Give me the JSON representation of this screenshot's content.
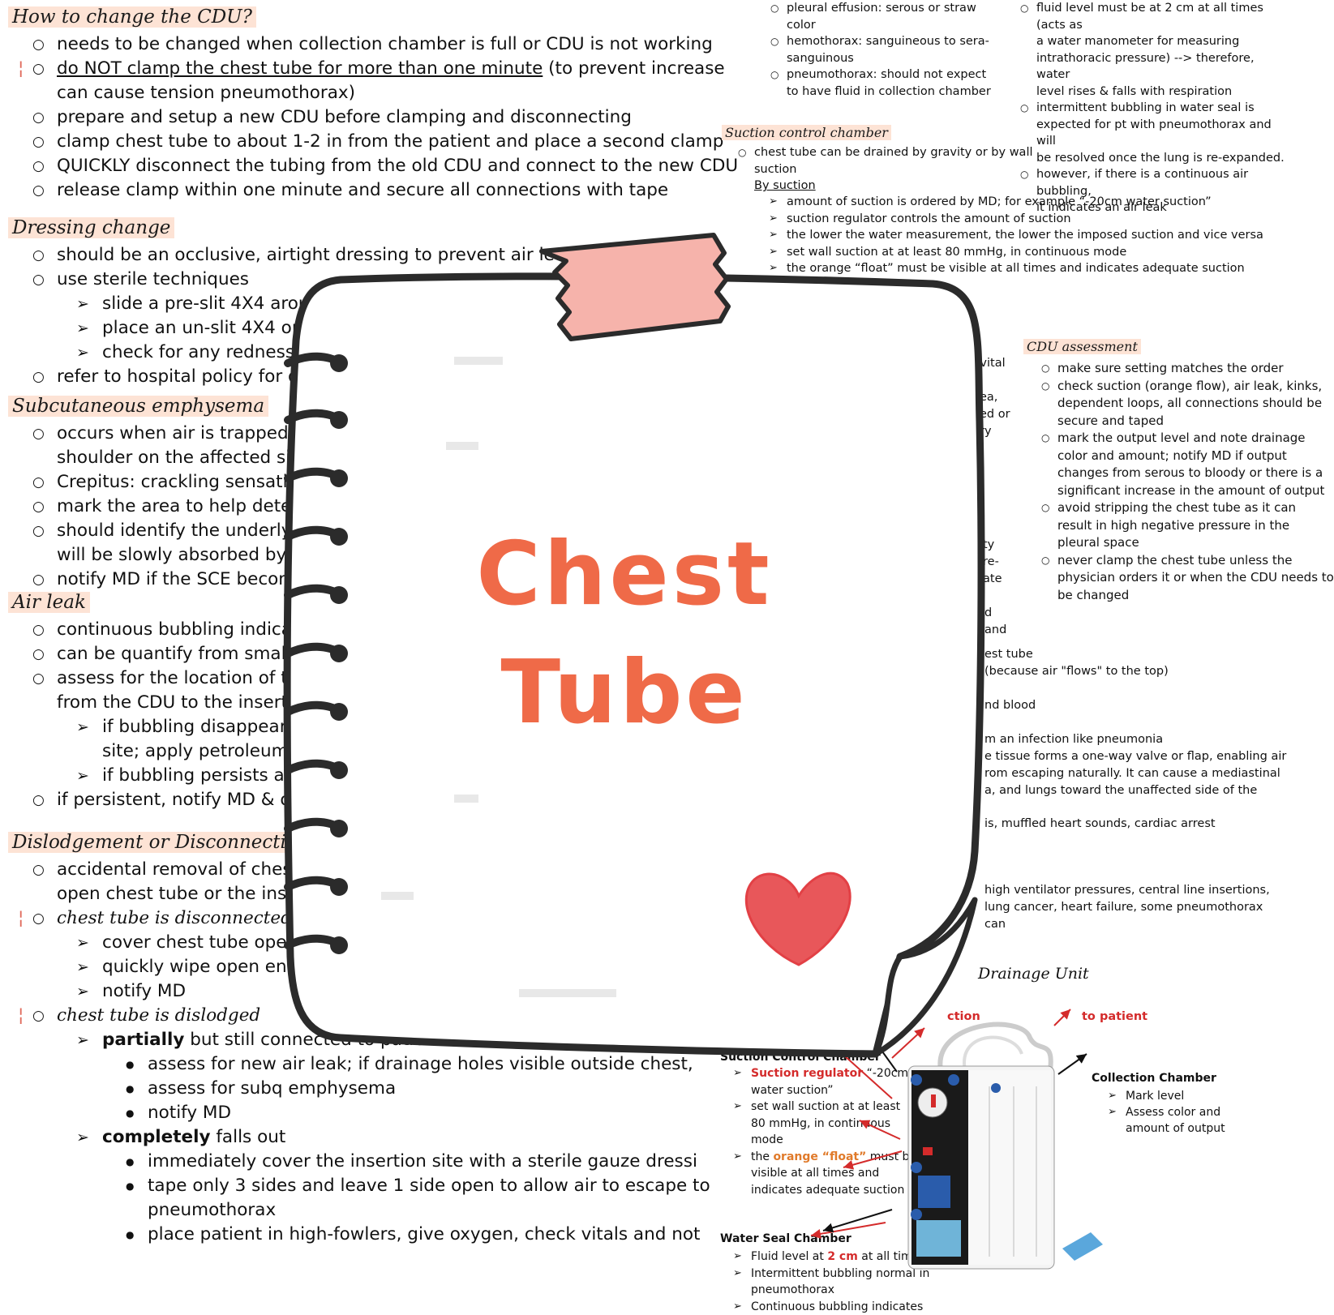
{
  "left": {
    "cdu_change": {
      "heading": "How to change the CDU?",
      "items": [
        "needs to be changed when collection chamber is full or CDU is not working",
        "do NOT clamp the chest tube for more than one minute",
        " (to prevent increase",
        "can cause tension pneumothorax)",
        "prepare and setup a new CDU before clamping and disconnecting",
        "clamp chest tube to about 1-2 in from the patient and place a second clamp",
        "QUICKLY disconnect the tubing from the old CDU and connect to the new CDU",
        "release clamp within one minute and secure all connections with tape"
      ]
    },
    "dressing": {
      "heading": "Dressing change",
      "items": [
        "should be an occlusive, airtight dressing to prevent air leaks",
        "use sterile techniques",
        "slide a pre-slit 4X4 around",
        "place an un-slit 4X4 on t",
        "check for any redness or",
        "refer to hospital policy for dres"
      ]
    },
    "subq": {
      "heading": "Subcutaneous emphysema",
      "items": [
        "occurs when air is trapped in th",
        "shoulder on the affected side",
        "Crepitus: crackling sensation",
        "mark the area to help determ",
        "should identify the underlying",
        "will be slowly absorbed by th",
        "notify MD if the SCE becomes"
      ]
    },
    "air_leak": {
      "heading": "Air leak",
      "items": [
        "continuous bubbling indicates",
        "can be quantify from small (1",
        "assess for the location of the",
        "from the CDU to the insertion",
        "if bubbling disappears w",
        "site; apply petroleum g",
        "if bubbling persists afte",
        "if persistent, notify MD & orde"
      ]
    },
    "dislodgement": {
      "heading": "Dislodgement or Disconnection",
      "items": [
        "accidental removal of chest tu",
        "open chest tube or the insertio",
        "chest tube is disconnected",
        "cover chest tube opening",
        "quickly wipe open ends wi",
        "notify MD",
        "chest tube is dislodged",
        "partially",
        " but still connected to patient",
        "assess for new air leak; if drainage holes visible outside chest,",
        "assess for subq emphysema",
        "notify MD",
        "completely",
        " falls out",
        "immediately cover the insertion site with a sterile gauze dressi",
        "tape only 3 sides and leave 1 side open to allow air to escape to",
        "pneumothorax",
        "place patient in high-fowlers, give oxygen, check vitals and not"
      ]
    }
  },
  "right": {
    "col_a": [
      "pleural effusion: serous or straw",
      "color",
      "hemothorax: sanguineous to sera-",
      "sanguinous",
      "pneumothorax: should not expect",
      "to have fluid in collection chamber"
    ],
    "col_b": [
      "fluid level must be at 2 cm at all times (acts as",
      "a water manometer for measuring",
      "intrathoracic pressure) --> therefore, water",
      "level rises & falls with respiration",
      "intermittent bubbling in water seal is",
      "expected for pt with pneumothorax and will",
      "be resolved once the lung is re-expanded.",
      "however, if there is a continuous air bubbling,",
      "it indicates an air leak"
    ],
    "suction": {
      "heading": "Suction control chamber",
      "items": [
        "chest tube can be drained by gravity or by wall",
        "suction",
        "By suction",
        "amount of suction is ordered by MD; for example “-20cm water suction”",
        "suction regulator controls the amount of suction",
        "the lower the water measurement, the lower the imposed suction and vice versa",
        "set wall suction at at least 80 mmHg, in continuous mode",
        "the orange “float” must be visible at all times and indicates adequate suction"
      ]
    },
    "cdu_assessment": {
      "heading": "CDU assessment",
      "items": [
        "make sure setting matches the order",
        "check suction (orange flow), air leak, kinks,",
        "dependent loops, all connections should be",
        "secure and taped",
        "mark the output level and note drainage",
        "color and amount; notify MD if output",
        "changes from serous to bloody or there is a",
        "significant increase in the amount of output",
        "avoid stripping the chest tube as it can",
        "result in high negative pressure in the",
        "pleural space",
        "never clamp the chest tube unless the",
        "physician orders it or when the CDU needs to",
        "be changed"
      ]
    },
    "fragments": [
      "h, vital",
      "ea,",
      "ed or",
      "ry",
      "ty",
      "re-",
      "ate",
      "d",
      "and",
      "est tube",
      "(because air \"flows\" to the top)",
      "nd blood",
      "m an infection like pneumonia",
      "e tissue forms a one-way valve or flap, enabling air",
      "rom escaping naturally. It can cause a mediastinal",
      "a, and lungs toward the unaffected side of the",
      "is, muffled heart sounds, cardiac arrest",
      "high ventilator pressures, central line insertions,",
      "lung cancer, heart failure, some pneumothorax can",
      "Drainage Unit"
    ],
    "diagram": {
      "to_suction": "ction",
      "to_patient": "to patient",
      "suction_chamber_title": "Suction Control Chamber",
      "suction_regulator": "Suction regulator",
      "suction_regulator_rest": " “-20cm",
      "water_suction": "water suction”",
      "set_wall_1": "set wall suction at at least",
      "set_wall_2": "80 mmHg, in continuous",
      "set_wall_3": "mode",
      "float_1a": "the ",
      "float_1b": "orange “float”",
      "float_1c": " must be",
      "float_2": "visible at all times and",
      "float_3": "indicates adequate suction",
      "collection_title": "Collection Chamber",
      "collection_1": "Mark level",
      "collection_2": "Assess color and",
      "collection_3": "amount of output",
      "water_seal_title": "Water Seal Chamber",
      "ws_1a": "Fluid level at ",
      "ws_1b": "2 cm",
      "ws_1c": " at all times",
      "ws_2": "Intermittent bubbling normal in",
      "ws_3": "pneumothorax",
      "ws_4": "Continuous bubbling indicates"
    }
  },
  "notebook": {
    "title_line1": "Chest",
    "title_line2": "Tube"
  },
  "colors": {
    "highlight": "#fde3d5",
    "title": "#ef6a48",
    "tape": "#f6b3ab",
    "heart": "#e8575a",
    "arrow_red": "#d42b2b"
  }
}
